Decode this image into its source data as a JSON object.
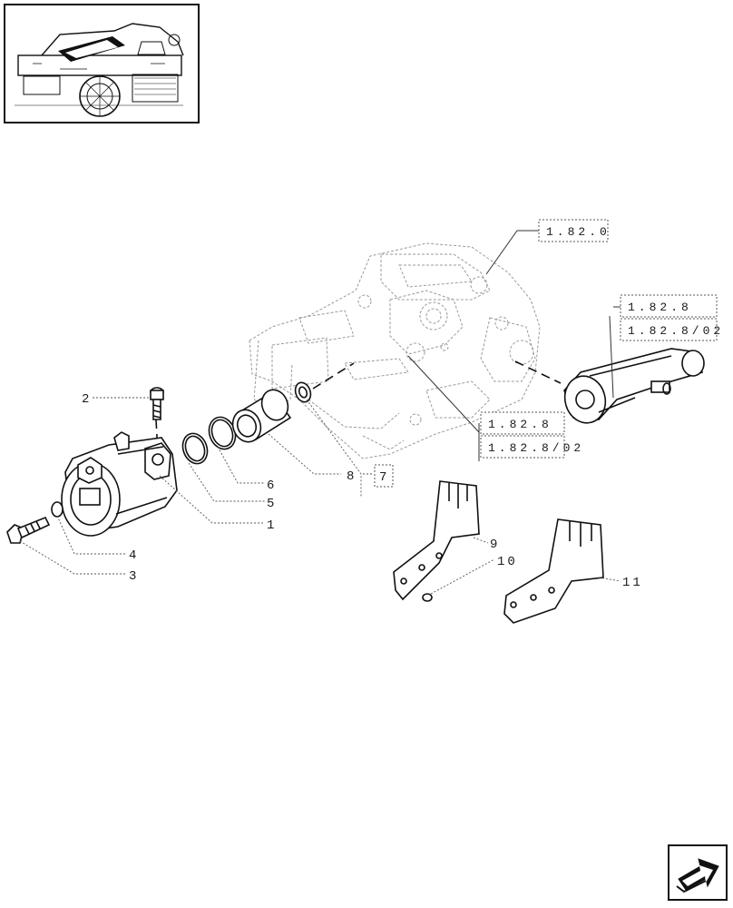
{
  "part_labels": [
    "1",
    "2",
    "3",
    "4",
    "5",
    "6",
    "7",
    "8",
    "9",
    "10",
    "11"
  ],
  "ref_boxes": {
    "top": "1.82.0",
    "right_upper": "1.82.8",
    "right_lower": "1.82.8/02",
    "mid_upper": "1.82.8",
    "mid_lower": "1.82.8/02"
  },
  "icons": {
    "thumbnail": "tractor-overview-thumbnail",
    "nav": "arrow-next-icon"
  }
}
